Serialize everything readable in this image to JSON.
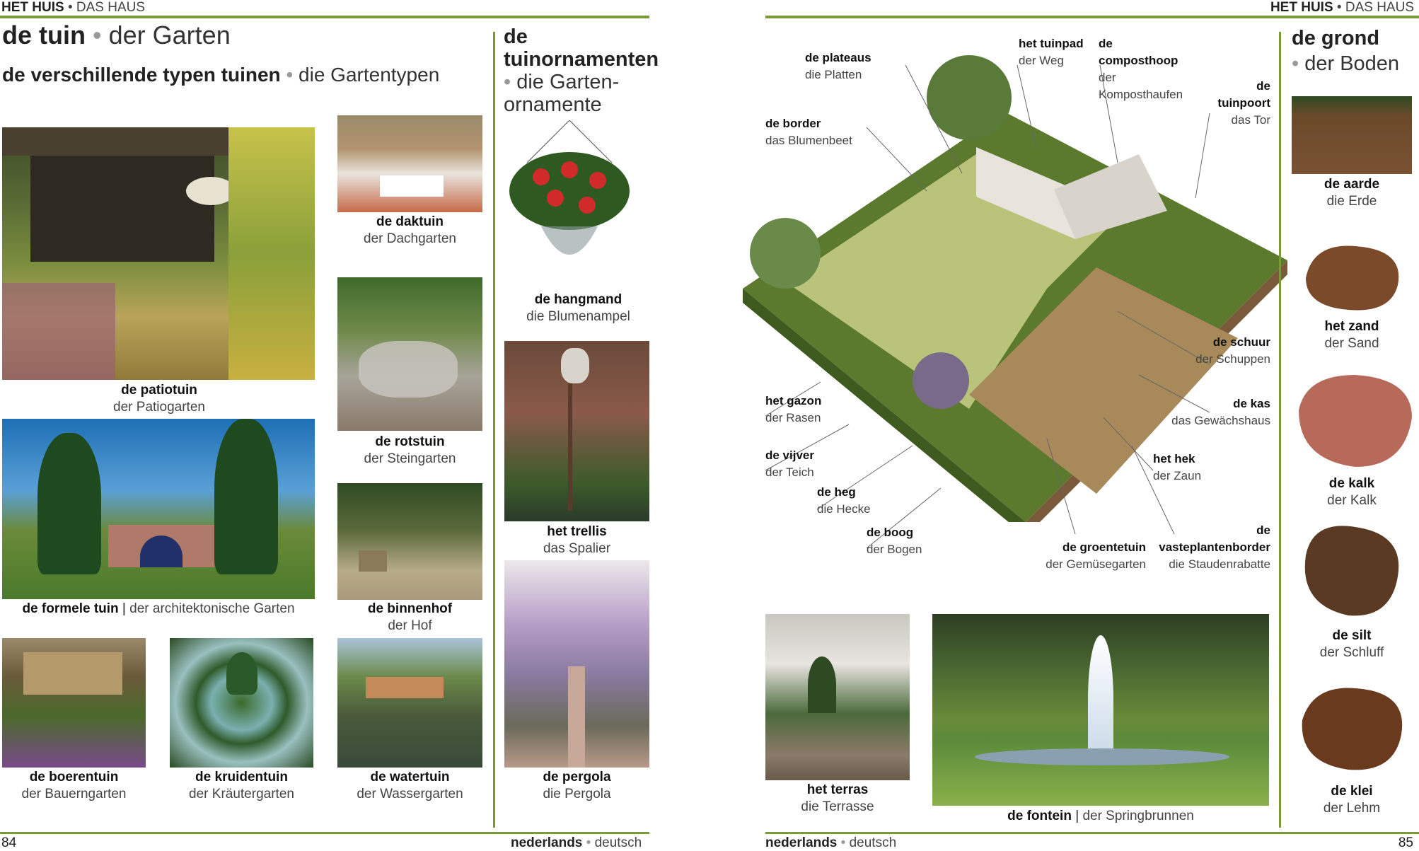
{
  "left_page": {
    "header_nl": "HET HUIS",
    "header_de": "DAS HAUS",
    "title_nl": "de tuin",
    "title_de": "der Garten",
    "subtitle_nl": "de verschillende typen tuinen",
    "subtitle_de": "die Gartentypen",
    "garden_types": [
      {
        "nl": "de patiotuin",
        "de": "der Patiogarten"
      },
      {
        "nl": "de daktuin",
        "de": "der Dachgarten"
      },
      {
        "nl": "de rotstuin",
        "de": "der Steingarten"
      },
      {
        "nl": "de formele tuin",
        "de": "der architektonische Garten"
      },
      {
        "nl": "de binnenhof",
        "de": "der Hof"
      },
      {
        "nl": "de boerentuin",
        "de": "der Bauerngarten"
      },
      {
        "nl": "de kruidentuin",
        "de": "der Kräutergarten"
      },
      {
        "nl": "de watertuin",
        "de": "der Wassergarten"
      }
    ],
    "ornaments_title_nl": "de tuinornamenten",
    "ornaments_title_de": "die Garten-ornamente",
    "ornaments": [
      {
        "nl": "de hangmand",
        "de": "die Blumenampel"
      },
      {
        "nl": "het trellis",
        "de": "das Spalier"
      },
      {
        "nl": "de pergola",
        "de": "die Pergola"
      }
    ],
    "page_number": "84",
    "footer_nl": "nederlands",
    "footer_de": "deutsch"
  },
  "right_page": {
    "header_nl": "HET HUIS",
    "header_de": "DAS HAUS",
    "plan_labels": [
      {
        "nl": "de plateaus",
        "de": "die Platten"
      },
      {
        "nl": "het tuinpad",
        "de": "der Weg"
      },
      {
        "nl": "de composthoop",
        "de": "der Komposthaufen"
      },
      {
        "nl": "de tuinpoort",
        "de": "das Tor"
      },
      {
        "nl": "de border",
        "de": "das Blumenbeet"
      },
      {
        "nl": "de schuur",
        "de": "der Schuppen"
      },
      {
        "nl": "de kas",
        "de": "das Gewächshaus"
      },
      {
        "nl": "het gazon",
        "de": "der Rasen"
      },
      {
        "nl": "het hek",
        "de": "der Zaun"
      },
      {
        "nl": "de vijver",
        "de": "der Teich"
      },
      {
        "nl": "de heg",
        "de": "die Hecke"
      },
      {
        "nl": "de boog",
        "de": "der Bogen"
      },
      {
        "nl": "de groentetuin",
        "de": "der Gemüsegarten"
      },
      {
        "nl": "de vasteplantenborder",
        "de": "die Staudenrabatte"
      }
    ],
    "photos": [
      {
        "nl": "het terras",
        "de": "die Terrasse"
      },
      {
        "nl": "de fontein",
        "de": "der Springbrunnen"
      }
    ],
    "soil_title_nl": "de grond",
    "soil_title_de": "der Boden",
    "soils": [
      {
        "nl": "de aarde",
        "de": "die Erde"
      },
      {
        "nl": "het zand",
        "de": "der Sand"
      },
      {
        "nl": "de kalk",
        "de": "der Kalk"
      },
      {
        "nl": "de silt",
        "de": "der Schluff"
      },
      {
        "nl": "de klei",
        "de": "der Lehm"
      }
    ],
    "page_number": "85",
    "footer_nl": "nederlands",
    "footer_de": "deutsch"
  },
  "colors": {
    "accent_rule": "#7a9a3a",
    "bullet": "#999999"
  }
}
